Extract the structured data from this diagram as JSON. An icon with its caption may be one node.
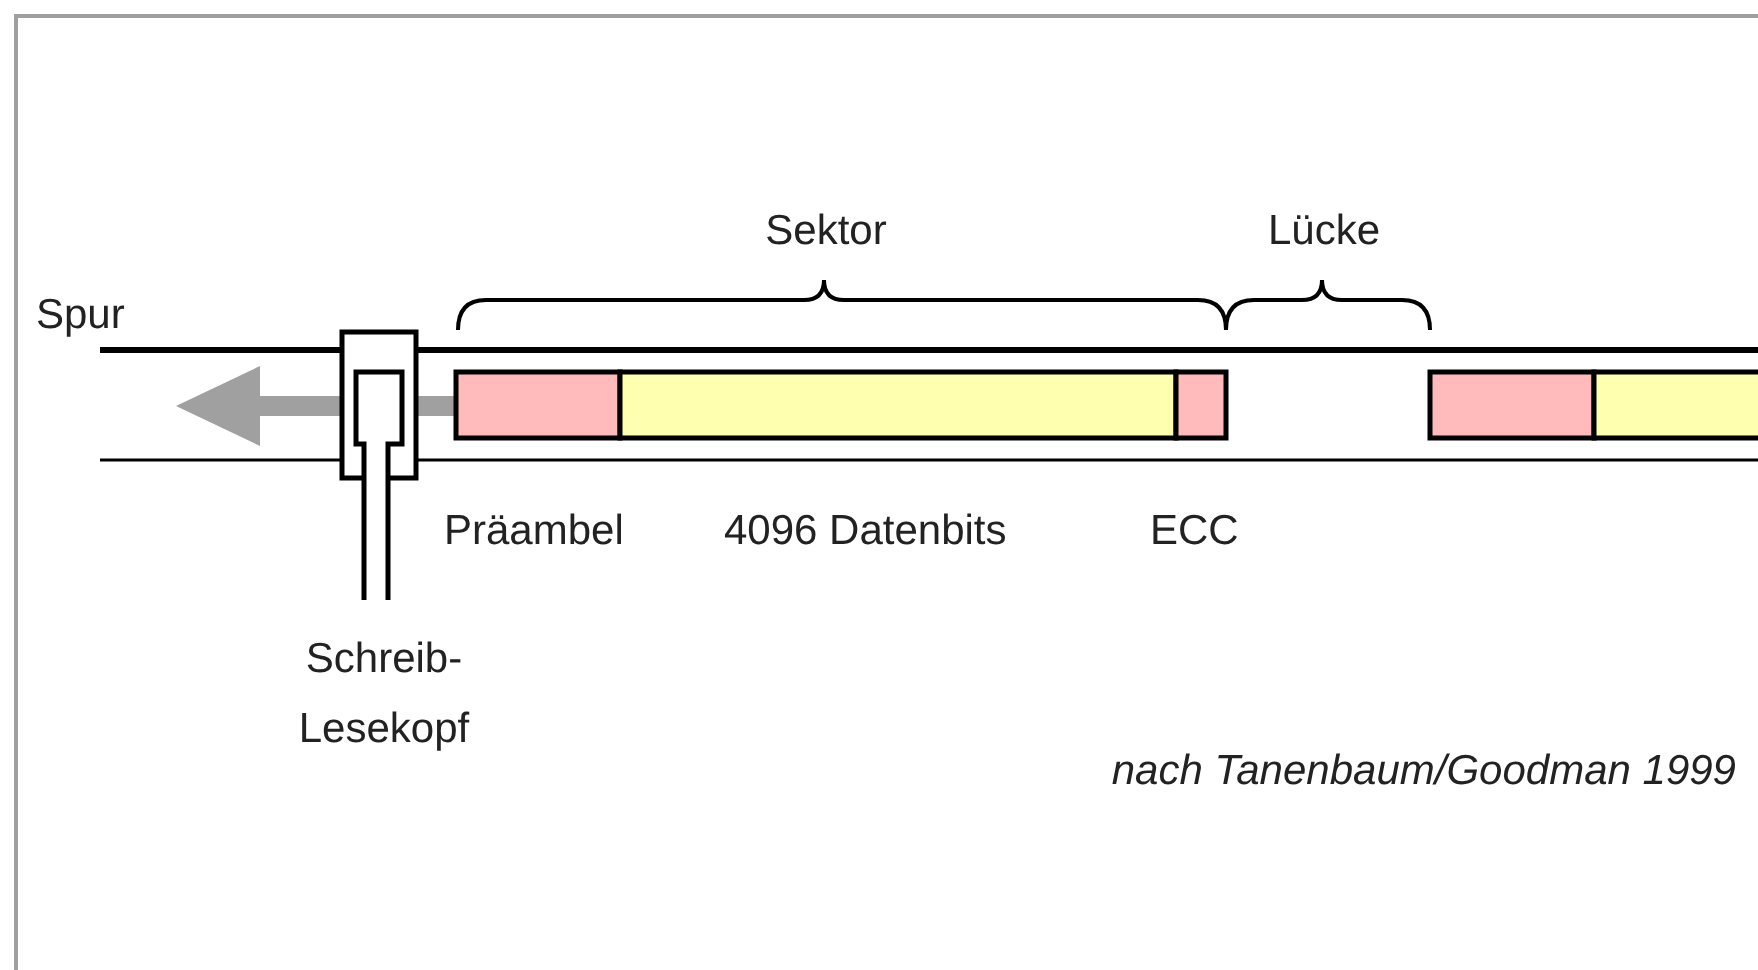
{
  "diagram": {
    "labels": [
      "Sektor",
      "Lücke",
      "Spur",
      "Präambel",
      "4096 Datenbits",
      "ECC",
      "Schreib- Lesekopf",
      "nach Tanenbaum/Goodman 1999"
    ]
  }
}
